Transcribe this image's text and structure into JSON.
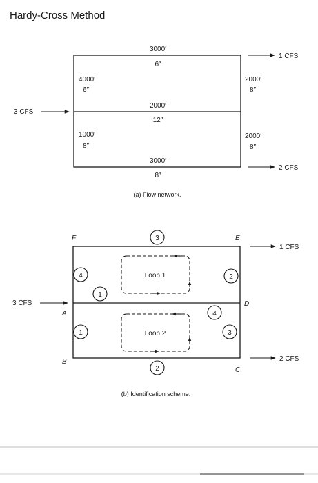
{
  "title": "Hardy-Cross Method",
  "network": {
    "caption": "(a) Flow network.",
    "top_length": "3000′",
    "top_diameter": "6″",
    "left_upper_length": "4000′",
    "left_upper_diameter": "6″",
    "right_upper_length": "2000′",
    "right_upper_diameter": "8″",
    "middle_length": "2000′",
    "middle_diameter": "12″",
    "left_lower_length": "1000′",
    "left_lower_diameter": "8″",
    "right_lower_length": "2000′",
    "right_lower_diameter": "8″",
    "bottom_length": "3000′",
    "bottom_diameter": "8″",
    "inflow": "3 CFS",
    "outflow_top": "1 CFS",
    "outflow_bottom": "2 CFS"
  },
  "scheme": {
    "caption": "(b) Identification scheme.",
    "nodes": {
      "A": "A",
      "B": "B",
      "C": "C",
      "D": "D",
      "E": "E",
      "F": "F"
    },
    "loop1": "Loop 1",
    "loop2": "Loop 2",
    "pipe_numbers": {
      "top": "3",
      "left_upper": "4",
      "right_upper": "2",
      "middle_loop1": "1",
      "middle_loop2": "4",
      "left_lower": "1",
      "right_lower": "3",
      "bottom": "2"
    },
    "inflow": "3 CFS",
    "outflow_top": "1 CFS",
    "outflow_bottom": "2 CFS"
  },
  "colors": {
    "ink": "#1a1a1a",
    "rule": "#bdbdbd"
  }
}
